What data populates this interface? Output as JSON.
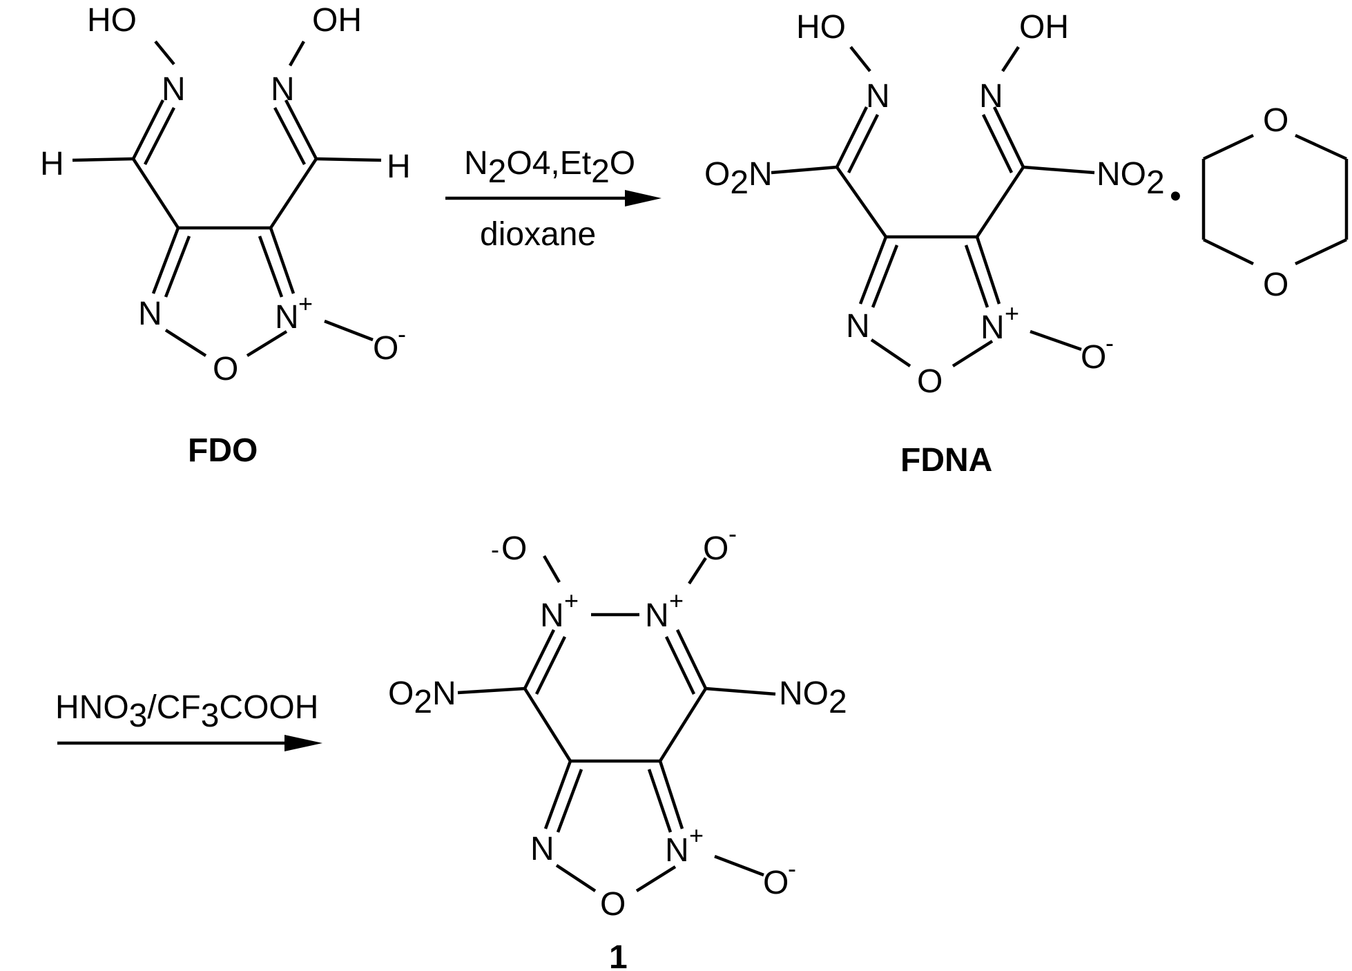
{
  "atoms": {
    "H": "H",
    "O": "O",
    "N": "N",
    "HO": "HO",
    "OH": "OH",
    "minus": "-",
    "plus": "+",
    "nitro": {
      "O": "O",
      "N": "N",
      "NO": "NO",
      "two": "2"
    },
    "dot": "•"
  },
  "compounds": {
    "fdo": {
      "label": "FDO"
    },
    "fdna": {
      "label": "FDNA"
    },
    "product": {
      "label": "1"
    }
  },
  "reactions": {
    "step1": {
      "above": {
        "N": "N",
        "two": "2",
        "O4Et": "O4,Et",
        "O": "O"
      },
      "below": "dioxane"
    },
    "step2": {
      "above": {
        "HNO": "HNO",
        "three": "3",
        "CF": "/CF",
        "COOH": "COOH"
      }
    }
  },
  "colors": {
    "ink": "#000000",
    "background": "#ffffff"
  }
}
